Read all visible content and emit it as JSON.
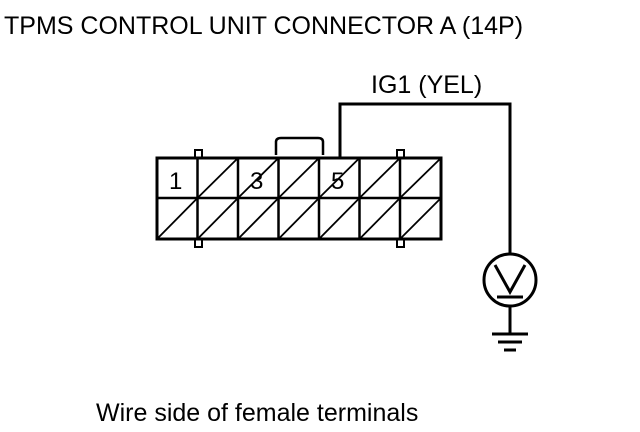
{
  "title": "TPMS CONTROL UNIT CONNECTOR A (14P)",
  "wire_label": "IG1 (YEL)",
  "caption": "Wire side of female terminals",
  "connector": {
    "pins_total": 14,
    "labeled_terminals": [
      "1",
      "3",
      "5"
    ],
    "wired_terminal": "5"
  },
  "meter": {
    "type": "voltmeter",
    "symbol": "V",
    "icon": "voltmeter-icon"
  },
  "ground": {
    "icon": "ground-icon"
  }
}
